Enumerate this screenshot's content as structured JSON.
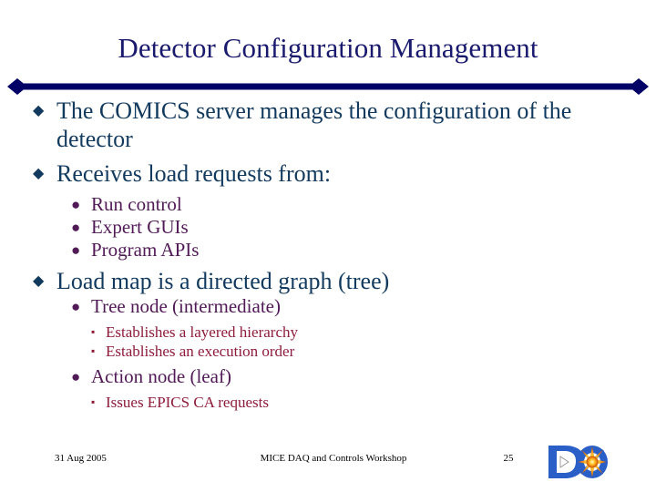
{
  "slide": {
    "title": "Detector Configuration Management",
    "divider_color": "#000066",
    "colors": {
      "title": "#19196e",
      "level1": "#123a5e",
      "level2": "#511a57",
      "level3": "#8e1b3a",
      "footer": "#000000"
    },
    "bullets": [
      {
        "level": 1,
        "marker": "◆",
        "text": "The COMICS server manages the configuration of the detector"
      },
      {
        "level": 1,
        "marker": "◆",
        "text": "Receives load requests from:"
      },
      {
        "level": 2,
        "marker": "●",
        "text": "Run control"
      },
      {
        "level": 2,
        "marker": "●",
        "text": "Expert GUIs"
      },
      {
        "level": 2,
        "marker": "●",
        "text": "Program APIs"
      },
      {
        "level": 1,
        "marker": "◆",
        "text": "Load map is a directed graph (tree)"
      },
      {
        "level": 2,
        "marker": "●",
        "text": "Tree node (intermediate)"
      },
      {
        "level": 3,
        "marker": "▪",
        "text": "Establishes a layered hierarchy"
      },
      {
        "level": 3,
        "marker": "▪",
        "text": "Establishes an execution order"
      },
      {
        "level": 2,
        "marker": "●",
        "text": "Action node (leaf)"
      },
      {
        "level": 3,
        "marker": "▪",
        "text": "Issues EPICS CA requests"
      }
    ]
  },
  "footer": {
    "date": "31 Aug 2005",
    "center": "MICE DAQ and Controls Workshop",
    "page_number": "25",
    "logo_name": "d-zero-experiment-logo",
    "logo_text": "DØ"
  }
}
